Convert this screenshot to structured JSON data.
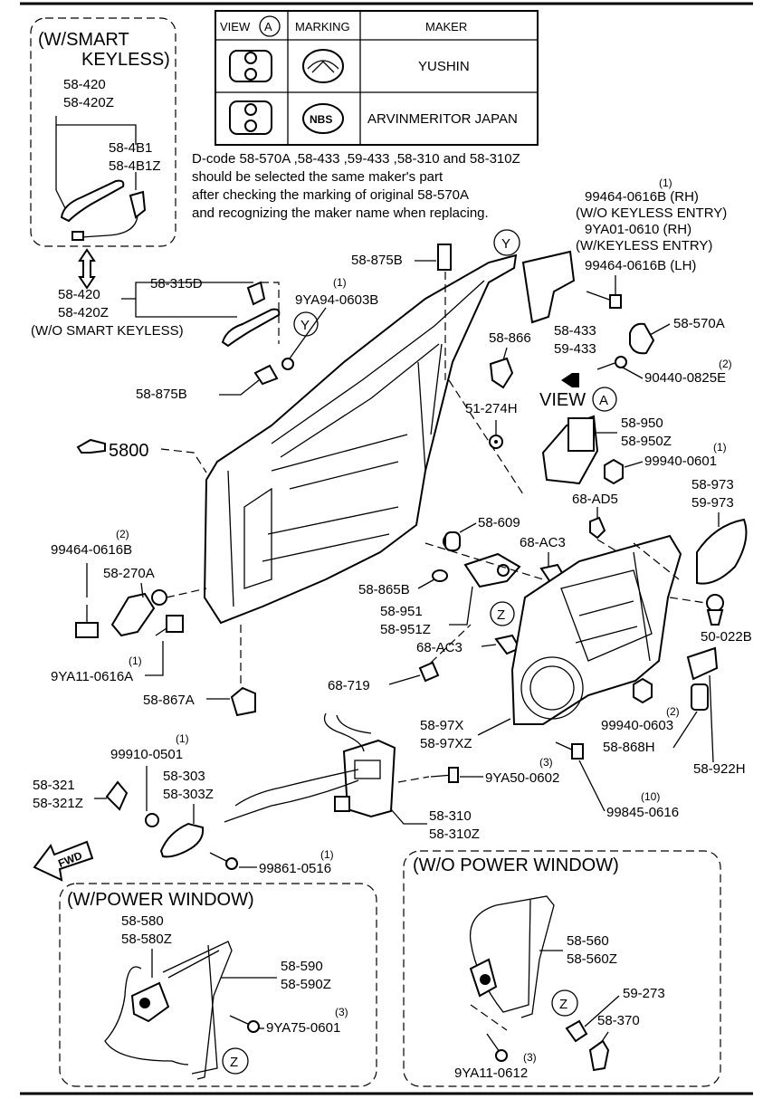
{
  "table": {
    "head_view": "VIEW",
    "head_view_circle": "A",
    "head_marking": "MARKING",
    "head_maker": "MAKER",
    "row1_marking": "mazda-logo-icon",
    "row1_maker": "YUSHIN",
    "row2_marking": "NBS",
    "row2_maker": "ARVINMERITOR JAPAN"
  },
  "note": {
    "line1": "D-code  58-570A ,58-433 ,59-433 ,58-310 and   58-310Z",
    "line2": "should be selected the same maker's part",
    "line3": "after checking the marking of original  58-570A",
    "line4": "and recognizing the maker name when replacing."
  },
  "boxes": {
    "smart_keyless": [
      "(W/SMART",
      "KEYLESS)"
    ],
    "w_power_window": "(W/POWER WINDOW)",
    "wo_power_window": "(W/O POWER WINDOW)",
    "wo_smart_keyless": "(W/O SMART KEYLESS)"
  },
  "refs": {
    "Y": "Y",
    "A": "A",
    "Z": "Z",
    "view_a": "VIEW",
    "fwd": "FWD",
    "main": "5800"
  },
  "labels": {
    "l58_420a": "58-420",
    "l58_420za": "58-420Z",
    "l58_4b1": "58-4B1",
    "l58_4b1z": "58-4B1Z",
    "l58_420b": "58-420",
    "l58_420zb": "58-420Z",
    "l58_315d": "58-315D",
    "l9ya94_qty": "(1)",
    "l9ya94": "9YA94-0603B",
    "l58_875b_top": "58-875B",
    "l58_875b_left": "58-875B",
    "l99464_rh_qty": "(1)",
    "l99464_rh": "99464-0616B (RH)",
    "l_wo_keyless": "(W/O KEYLESS ENTRY)",
    "l9ya01_rh": "9YA01-0610 (RH)",
    "l_w_keyless": "(W/KEYLESS ENTRY)",
    "l99464_lh": "99464-0616B (LH)",
    "l58_433": "58-433",
    "l59_433": "59-433",
    "l58_570a": "58-570A",
    "l90440_qty": "(2)",
    "l90440": "90440-0825E",
    "l58_866": "58-866",
    "l51_274h": "51-274H",
    "l58_950": "58-950",
    "l58_950z": "58-950Z",
    "l99940_0601_qty": "(1)",
    "l99940_0601": "99940-0601",
    "l68_ad5": "68-AD5",
    "l58_973": "58-973",
    "l59_973": "59-973",
    "l58_609": "58-609",
    "l68_ac3a": "68-AC3",
    "l99464_2_qty": "(2)",
    "l99464_2": "99464-0616B",
    "l58_270a": "58-270A",
    "l9ya11_0616a_qty": "(1)",
    "l9ya11_0616a": "9YA11-0616A",
    "l58_865b": "58-865B",
    "l58_951": "58-951",
    "l58_951z": "58-951Z",
    "l68_ac3b": "68-AC3",
    "l50_022b": "50-022B",
    "l58_867a": "58-867A",
    "l68_719": "68-719",
    "l99940_0603_qty": "(2)",
    "l99940_0603": "99940-0603",
    "l58_97x": "58-97X",
    "l58_97xz": "58-97XZ",
    "l58_868h": "58-868H",
    "l58_922h": "58-922H",
    "l99910_qty": "(1)",
    "l99910": "99910-0501",
    "l58_321": "58-321",
    "l58_321z": "58-321Z",
    "l58_303": "58-303",
    "l58_303z": "58-303Z",
    "l9ya50_qty": "(3)",
    "l9ya50": "9YA50-0602",
    "l58_310": "58-310",
    "l58_310z": "58-310Z",
    "l99845_qty": "(10)",
    "l99845": "99845-0616",
    "l99861_qty": "(1)",
    "l99861": "99861-0516",
    "l58_580": "58-580",
    "l58_580z": "58-580Z",
    "l58_590": "58-590",
    "l58_590z": "58-590Z",
    "l9ya75_qty": "(3)",
    "l9ya75": "9YA75-0601",
    "l58_560": "58-560",
    "l58_560z": "58-560Z",
    "l59_273": "59-273",
    "l58_370": "58-370",
    "l9ya11_0612_qty": "(3)",
    "l9ya11_0612": "9YA11-0612"
  }
}
